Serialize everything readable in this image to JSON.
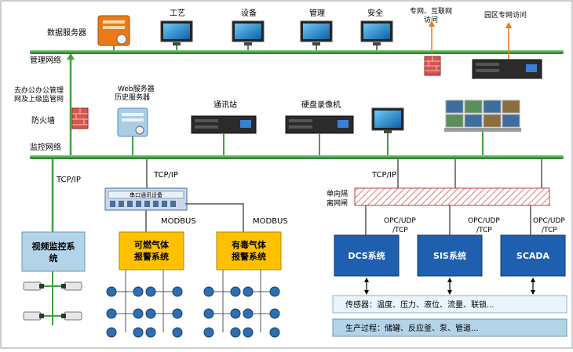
{
  "top": {
    "data_server_label": "数据服务器",
    "monitors": [
      "工艺",
      "设备",
      "管理",
      "安全"
    ],
    "ext_access_label": "专网、互联网访问",
    "park_access_label": "园区专网访问",
    "mgmt_network_label": "管理网络"
  },
  "middle": {
    "gov_office_label": "去办公办公管理网及上级监管网",
    "firewall_label": "防火墙",
    "web_server_label": "Web服务器历史服务器",
    "comm_station_label": "通讯站",
    "dvr_label": "硬盘录像机",
    "monitor_network_label": "监控网络"
  },
  "lower": {
    "tcp_ip_labels": [
      "TCP/IP",
      "TCP/IP",
      "TCP/IP"
    ],
    "serial_device_label": "串口通讯设备",
    "modbus_labels": [
      "MODBUS",
      "MODBUS"
    ],
    "gateway_label": "单向隔离网闸",
    "opc_labels": [
      "OPC/UDP/TCP",
      "OPC/UDP/TCP",
      "OPC/UDP/TCP"
    ],
    "video_system_label": "视频监控系统",
    "combustible_gas_label": "可燃气体报警系统",
    "toxic_gas_label": "有毒气体报警系统",
    "control_systems": [
      "DCS系统",
      "SIS系统",
      "SCADA"
    ],
    "sensors_label": "传感器：温度、压力、液位、流量、联锁...",
    "process_label": "生产过程：储罐、反应釜、泵、管道..."
  },
  "colors": {
    "network_line": "#3fa23f",
    "video_box": "#b3d4e8",
    "gas_box": "#ffc000",
    "control_box": "#1f5fb0",
    "sensor_box": "#d4e8f5",
    "gateway_hatch": "#d05050"
  }
}
